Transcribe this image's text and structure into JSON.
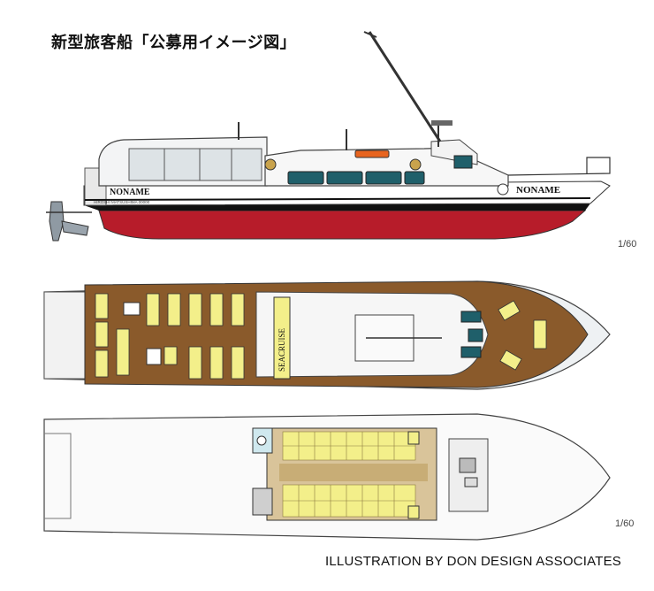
{
  "title": "新型旅客船「公募用イメージ図」",
  "side_view": {
    "scale": "1/60",
    "name_bow": "NONAME",
    "name_stern": "NONAME",
    "port_line": "HIROSHI MATSUSHIMA 00000"
  },
  "top_view": {
    "deck_label": "SEACRUISE"
  },
  "deck_plan": {
    "scale": "1/60"
  },
  "credit": "ILLUSTRATION BY DON DESIGN ASSOCIATES",
  "colors": {
    "hull_red": "#b71c2a",
    "deck_wood": "#8a5a2b",
    "seat_yellow": "#f3ef8a",
    "window_teal": "#1f5f6a",
    "cabin_floor": "#d9c49a"
  }
}
